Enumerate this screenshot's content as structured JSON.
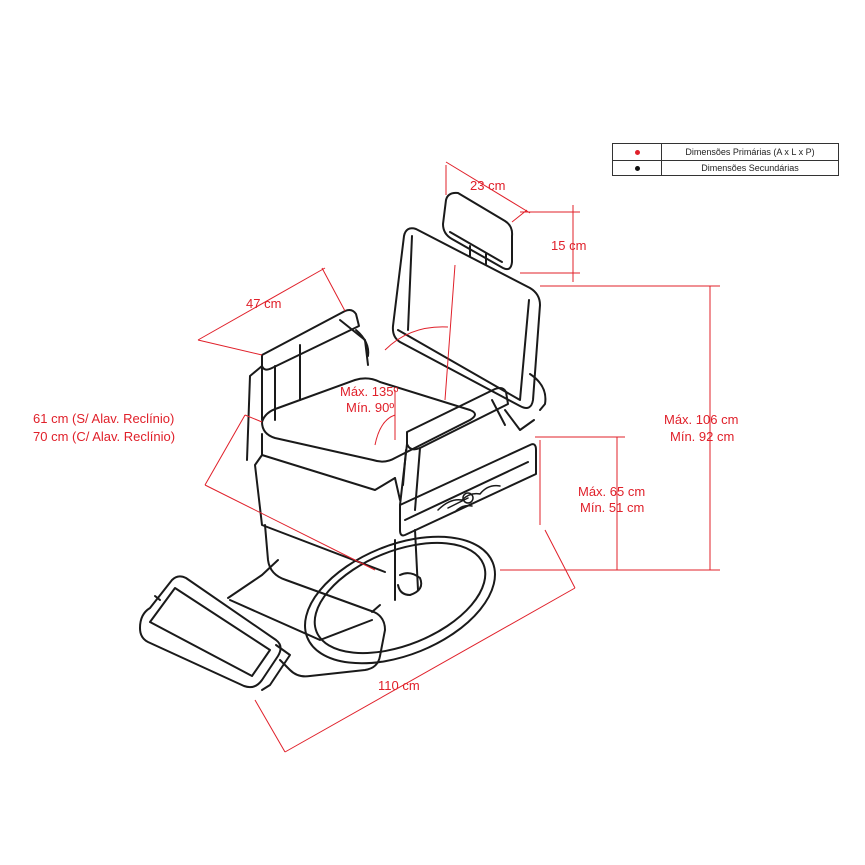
{
  "legend": {
    "primary_label": "Dimensões Primárias (A x L x P)",
    "secondary_label": "Dimensões Secundárias",
    "primary_color": "#e0202a",
    "secondary_color": "#111111"
  },
  "dimensions": {
    "headrest_width": "23 cm",
    "headrest_height": "15 cm",
    "seat_width": "47 cm",
    "recline_max": "Máx. 135º",
    "recline_min": "Mín. 90º",
    "depth_without_lever": "61 cm (S/ Alav. Reclínio)",
    "depth_with_lever": "70 cm (C/ Alav. Reclínio)",
    "total_height_max": "Máx. 106 cm",
    "total_height_min": "Mín. 92 cm",
    "seat_height_max": "Máx. 65 cm",
    "seat_height_min": "Mín. 51 cm",
    "total_length": "110 cm"
  }
}
